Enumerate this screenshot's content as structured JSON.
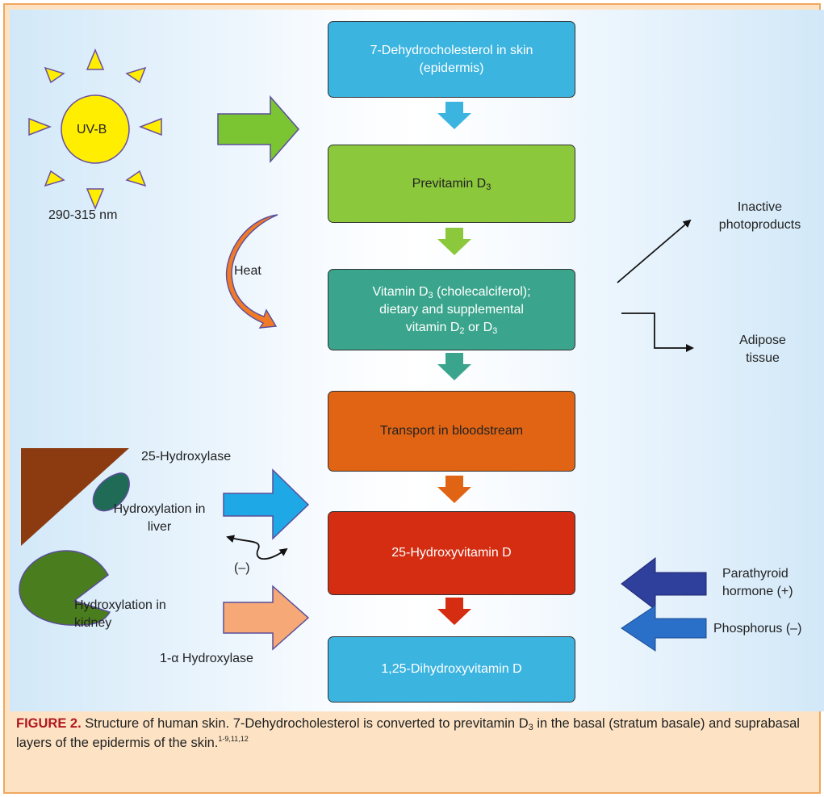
{
  "boxes": {
    "b1": {
      "text": "7-Dehydrocholesterol in skin (epidermis)"
    },
    "b2": {
      "text": "Previtamin D",
      "sub": "3"
    },
    "b3": {
      "line1a": "Vitamin D",
      "line1sub": "3",
      "line1b": " (cholecalciferol);",
      "line2": "dietary and supplemental",
      "line3a": "vitamin D",
      "line3sub1": "2",
      "line3b": " or D",
      "line3sub2": "3"
    },
    "b4": {
      "text": "Transport in bloodstream"
    },
    "b5": {
      "text": "25-Hydroxyvitamin D"
    },
    "b6": {
      "text": "1,25-Dihydroxyvitamin D"
    }
  },
  "labels": {
    "uvb": "UV-B",
    "wavelength": "290-315 nm",
    "heat": "Heat",
    "inactive": "Inactive photoproducts",
    "adipose": "Adipose tissue",
    "hydroxylase25": "25-Hydroxylase",
    "liver": "Hydroxylation in liver",
    "minus_feedback": "(–)",
    "kidney": "Hydroxylation in kidney",
    "hydroxylase1a": "1-α Hydroxylase",
    "pth": "Parathyroid hormone (+)",
    "phosphorus": "Phosphorus (–)"
  },
  "caption": {
    "label": "FIGURE 2.",
    "text_a": " Structure of human skin. 7-Dehydrocholesterol is converted to previtamin D",
    "sub": "3",
    "text_b": " in the basal (stratum basale) and suprabasal layers of the epidermis of the skin.",
    "refs": "1-9,11,12"
  },
  "colors": {
    "blue_box": "#3bb4e0",
    "green_box": "#8cc83c",
    "teal_box": "#3aa58c",
    "orange_box": "#e06414",
    "red_box": "#d42d12",
    "sun": "#ffee00",
    "liver": "#8b3b0f",
    "gallbladder": "#1f6b55",
    "kidney": "#4a7d1e",
    "pth_arrow": "#2f3f9c",
    "phos_arrow": "#2a70c8",
    "caption_label": "#b0181f"
  },
  "icons": [
    "sun-icon",
    "liver-icon",
    "gallbladder-icon",
    "kidney-icon"
  ]
}
